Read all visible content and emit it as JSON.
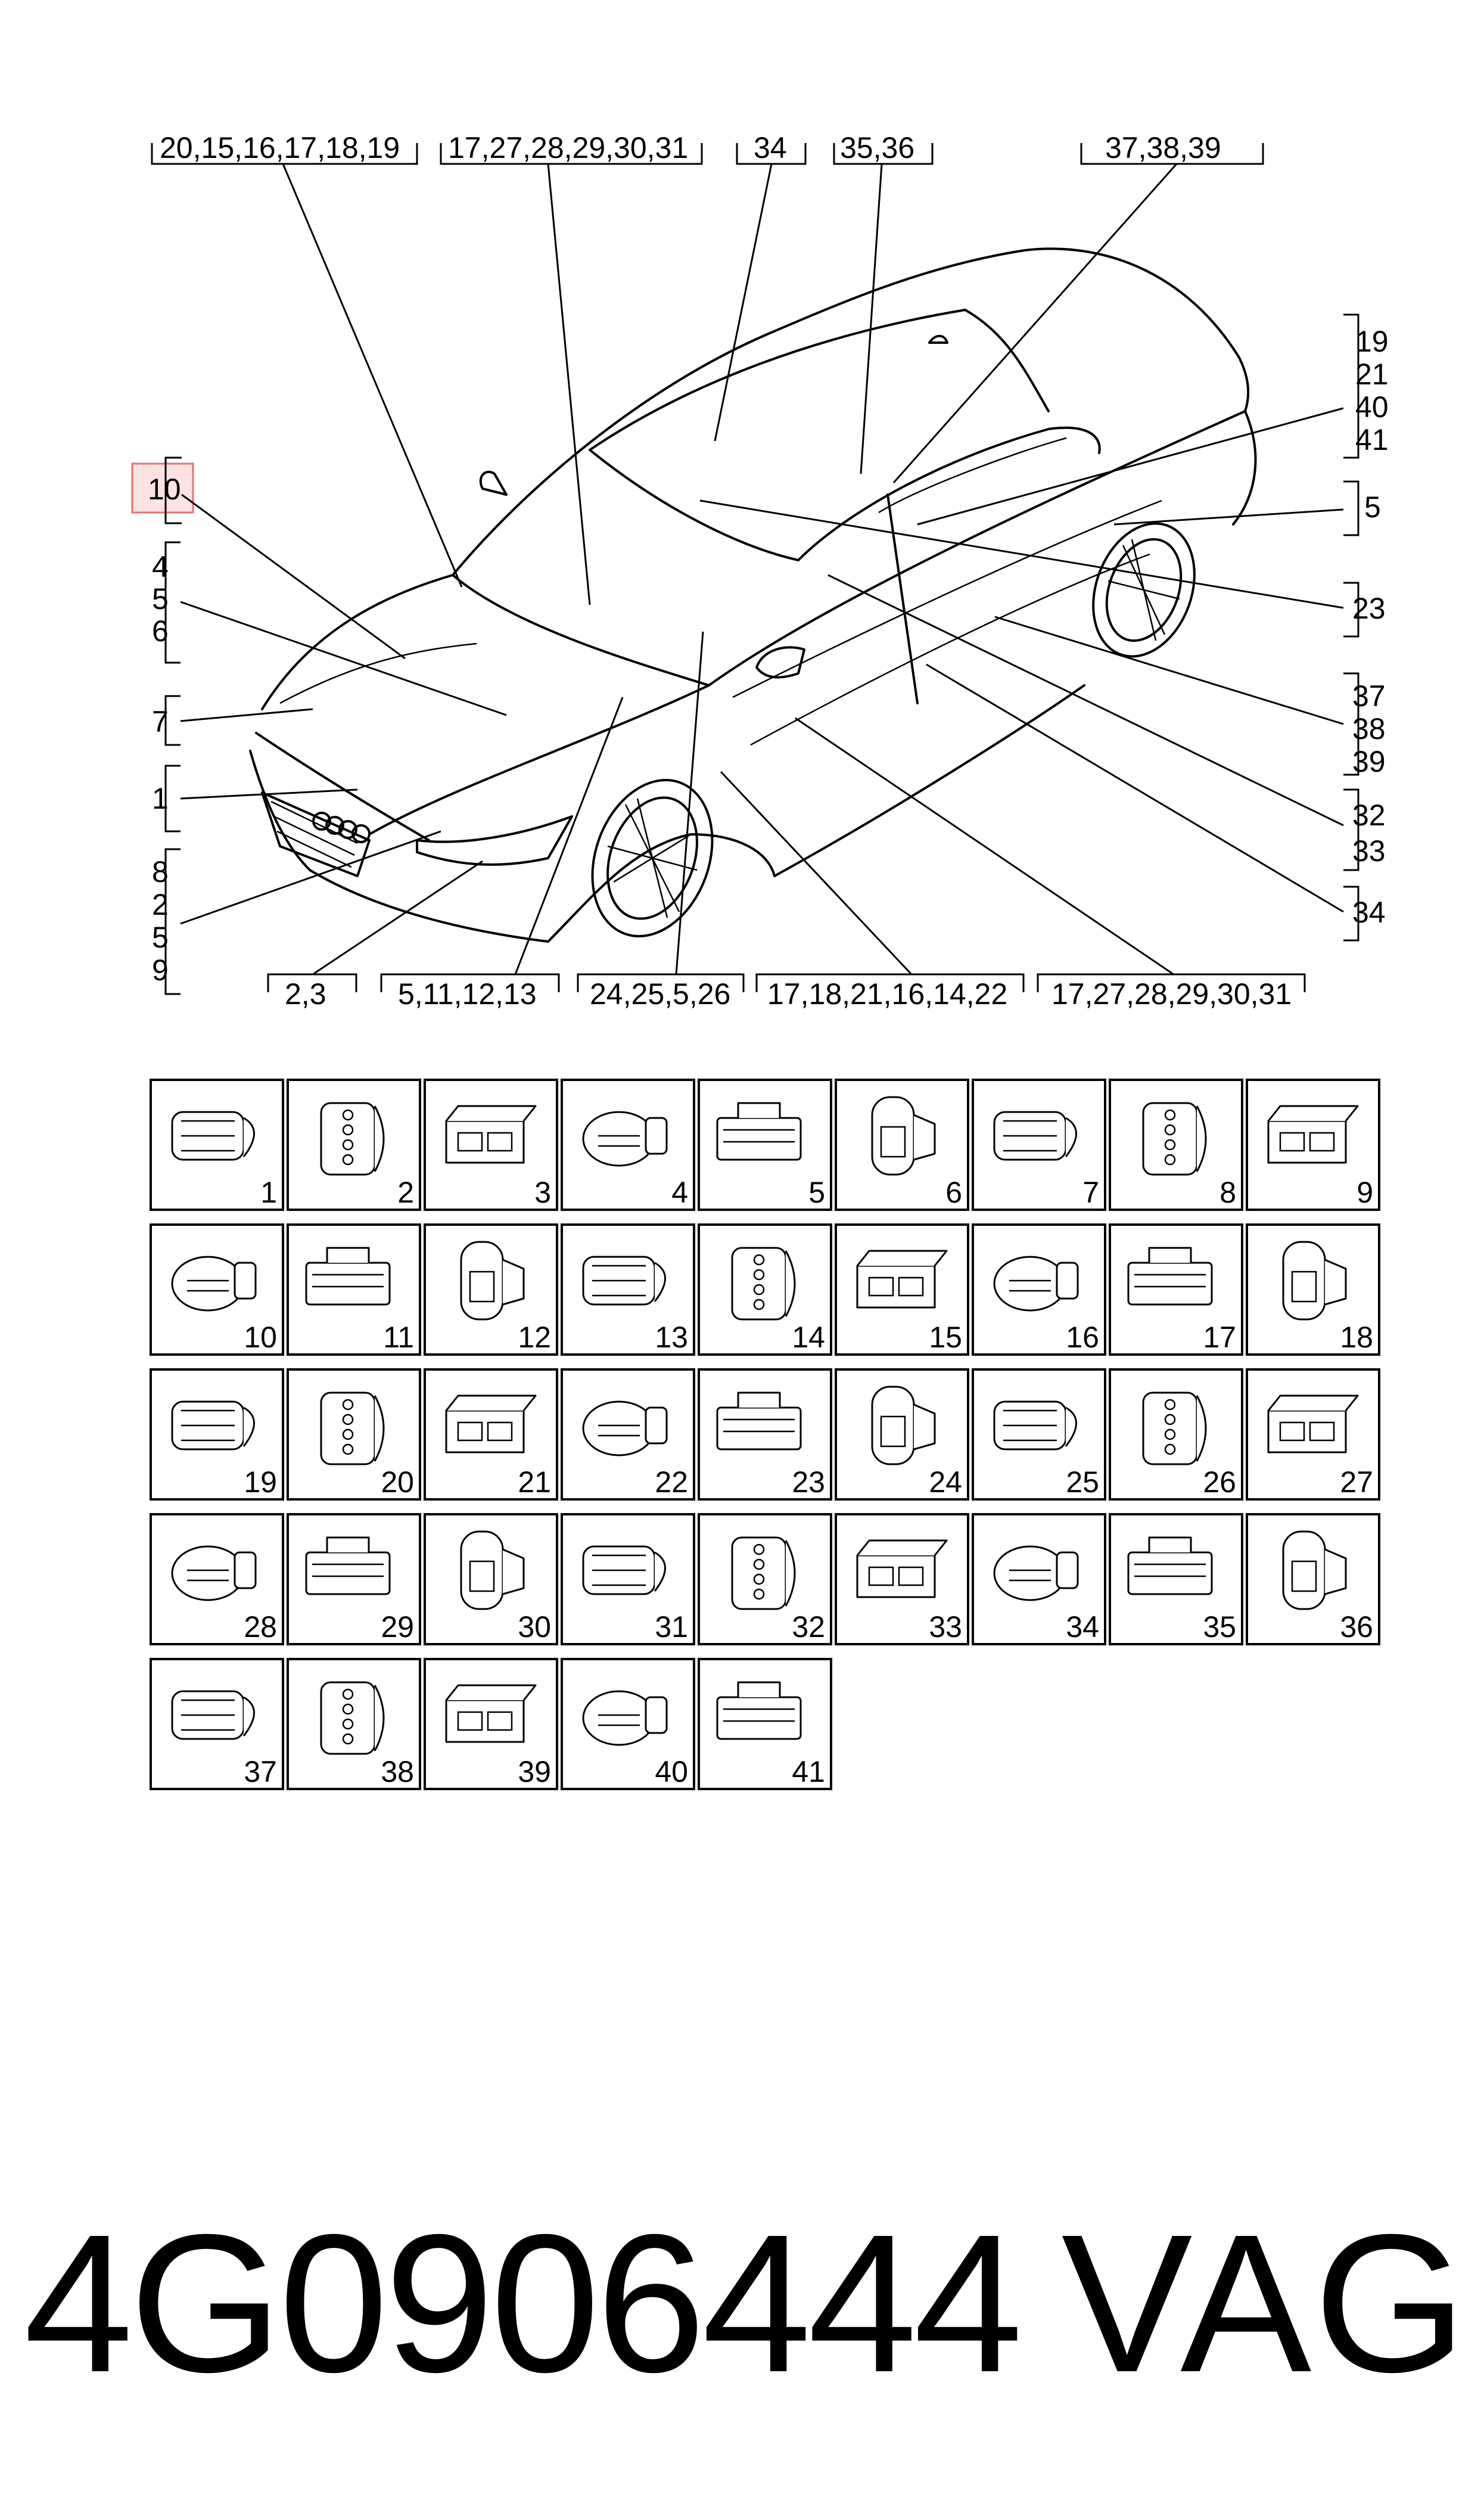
{
  "callouts": {
    "top": [
      "20,15,16,17,18,19",
      "17,27,28,29,30,31",
      "34",
      "35,36",
      "37,38,39"
    ],
    "left": [
      [
        "10"
      ],
      [
        "4",
        "5",
        "6"
      ],
      [
        "7"
      ],
      [
        "1"
      ],
      [
        "8",
        "2",
        "5",
        "9"
      ]
    ],
    "right": [
      [
        "19",
        "21",
        "40",
        "41"
      ],
      [
        "5"
      ],
      [
        "23"
      ],
      [
        "37",
        "38",
        "39"
      ],
      [
        "32",
        "33"
      ],
      [
        "34"
      ]
    ],
    "bottom": [
      "2,3",
      "5,11,12,13",
      "24,25,5,26",
      "17,18,21,16,14,22",
      "17,27,28,29,30,31"
    ],
    "highlighted": "10"
  },
  "connectors": [
    "1",
    "2",
    "3",
    "4",
    "5",
    "6",
    "7",
    "8",
    "9",
    "10",
    "11",
    "12",
    "13",
    "14",
    "15",
    "16",
    "17",
    "18",
    "19",
    "20",
    "21",
    "22",
    "23",
    "24",
    "25",
    "26",
    "27",
    "28",
    "29",
    "30",
    "31",
    "32",
    "33",
    "34",
    "35",
    "36",
    "37",
    "38",
    "39",
    "40",
    "41"
  ],
  "footer": {
    "part_number": "4G0906444",
    "brand": "VAG"
  },
  "colors": {
    "highlight_fill": "#fde2e2",
    "highlight_stroke": "#e8716f",
    "line": "#000000"
  }
}
